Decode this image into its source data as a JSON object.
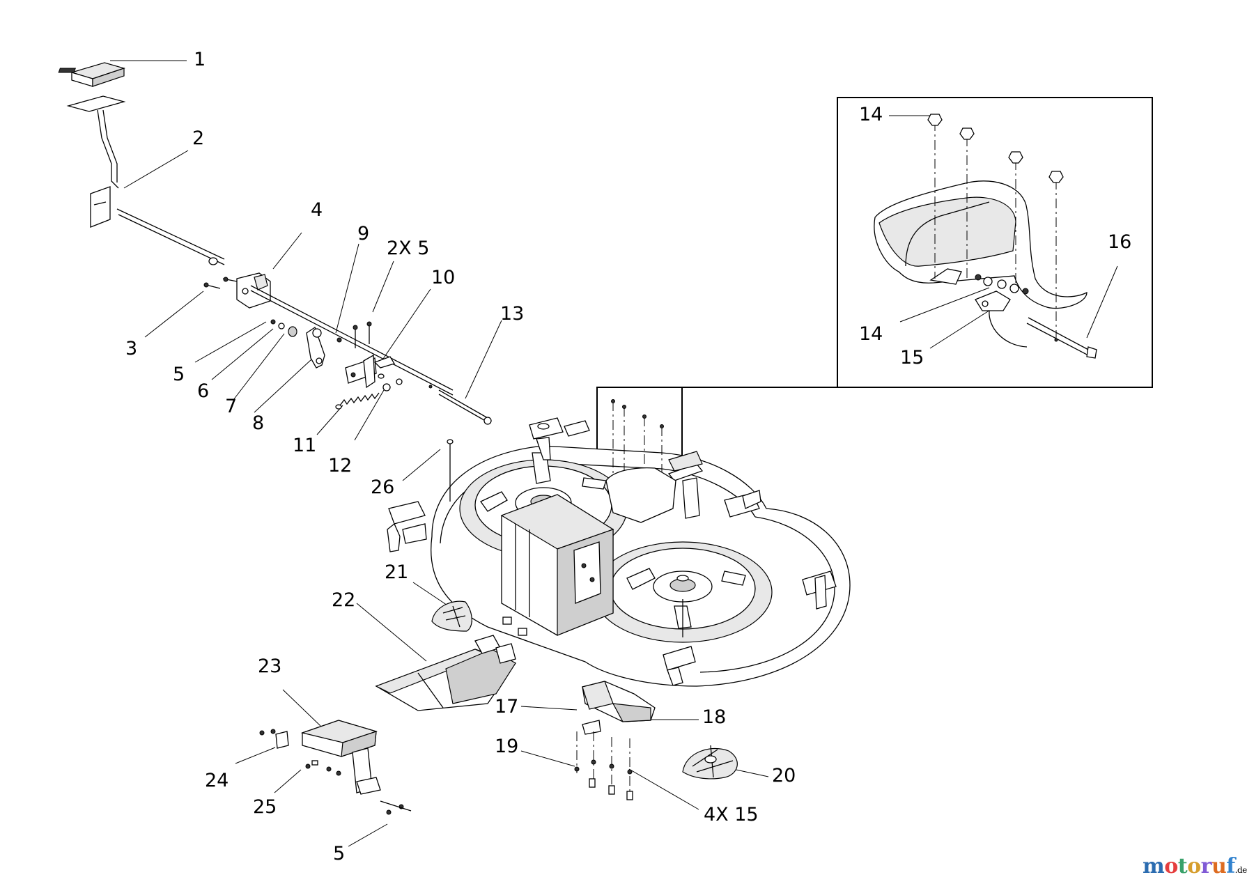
{
  "callouts": [
    {
      "id": "c1",
      "text": "1"
    },
    {
      "id": "c2",
      "text": "2"
    },
    {
      "id": "c3",
      "text": "3"
    },
    {
      "id": "c4",
      "text": "4"
    },
    {
      "id": "c5a",
      "text": "5"
    },
    {
      "id": "c6",
      "text": "6"
    },
    {
      "id": "c7",
      "text": "7"
    },
    {
      "id": "c8",
      "text": "8"
    },
    {
      "id": "c9",
      "text": "9"
    },
    {
      "id": "c2x5",
      "text": "2X 5"
    },
    {
      "id": "c10",
      "text": "10"
    },
    {
      "id": "c11",
      "text": "11"
    },
    {
      "id": "c12",
      "text": "12"
    },
    {
      "id": "c13",
      "text": "13"
    },
    {
      "id": "c14a",
      "text": "14"
    },
    {
      "id": "c14b",
      "text": "14"
    },
    {
      "id": "c15",
      "text": "15"
    },
    {
      "id": "c16",
      "text": "16"
    },
    {
      "id": "c17",
      "text": "17"
    },
    {
      "id": "c18",
      "text": "18"
    },
    {
      "id": "c19",
      "text": "19"
    },
    {
      "id": "c20",
      "text": "20"
    },
    {
      "id": "c21",
      "text": "21"
    },
    {
      "id": "c22",
      "text": "22"
    },
    {
      "id": "c23",
      "text": "23"
    },
    {
      "id": "c24",
      "text": "24"
    },
    {
      "id": "c25",
      "text": "25"
    },
    {
      "id": "c26",
      "text": "26"
    },
    {
      "id": "c4x15",
      "text": "4X 15"
    },
    {
      "id": "c5b",
      "text": "5"
    }
  ],
  "watermark": {
    "main": "motoruf",
    "tld": ".de",
    "colors": [
      "#2b6cb0",
      "#e53e3e",
      "#38a169",
      "#d69e2e",
      "#805ad5",
      "#dd6b20",
      "#3182ce"
    ]
  },
  "colors": {
    "line": "#000000",
    "background": "#ffffff"
  }
}
